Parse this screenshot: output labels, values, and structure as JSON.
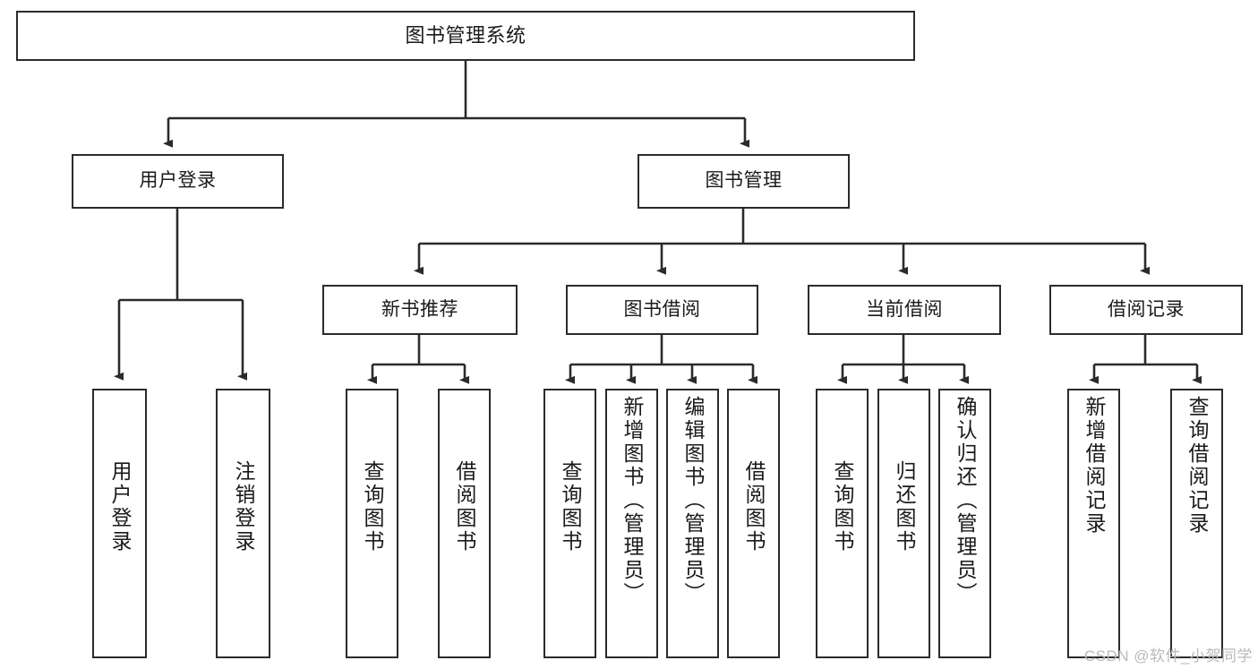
{
  "diagram": {
    "title": "图书管理系统",
    "watermark": "CSDN @软件_小贺同学",
    "stroke_color": "#2b2b2b",
    "background_color": "#ffffff",
    "text_color": "#1a1a1a"
  },
  "nodes": {
    "root": {
      "label": "图书管理系统"
    },
    "level2": [
      {
        "label": "用户登录"
      },
      {
        "label": "图书管理"
      }
    ],
    "level3": [
      {
        "label": "新书推荐"
      },
      {
        "label": "图书借阅"
      },
      {
        "label": "当前借阅"
      },
      {
        "label": "借阅记录"
      }
    ],
    "leaves": [
      {
        "label": "用户登录"
      },
      {
        "label": "注销登录"
      },
      {
        "label": "查询图书"
      },
      {
        "label": "借阅图书"
      },
      {
        "label": "查询图书"
      },
      {
        "label": "新增图书（管理员）"
      },
      {
        "label": "编辑图书（管理员）"
      },
      {
        "label": "借阅图书"
      },
      {
        "label": "查询图书"
      },
      {
        "label": "归还图书"
      },
      {
        "label": "确认归还（管理员）"
      },
      {
        "label": "新增借阅记录"
      },
      {
        "label": "查询借阅记录"
      }
    ]
  },
  "tree": {
    "root": "图书管理系统",
    "children": [
      {
        "label": "用户登录",
        "children": [
          {
            "label": "用户登录"
          },
          {
            "label": "注销登录"
          }
        ]
      },
      {
        "label": "图书管理",
        "children": [
          {
            "label": "新书推荐",
            "children": [
              {
                "label": "查询图书"
              },
              {
                "label": "借阅图书"
              }
            ]
          },
          {
            "label": "图书借阅",
            "children": [
              {
                "label": "查询图书"
              },
              {
                "label": "新增图书（管理员）"
              },
              {
                "label": "编辑图书（管理员）"
              },
              {
                "label": "借阅图书"
              }
            ]
          },
          {
            "label": "当前借阅",
            "children": [
              {
                "label": "查询图书"
              },
              {
                "label": "归还图书"
              },
              {
                "label": "确认归还（管理员）"
              }
            ]
          },
          {
            "label": "借阅记录",
            "children": [
              {
                "label": "新增借阅记录"
              },
              {
                "label": "查询借阅记录"
              }
            ]
          }
        ]
      }
    ]
  }
}
